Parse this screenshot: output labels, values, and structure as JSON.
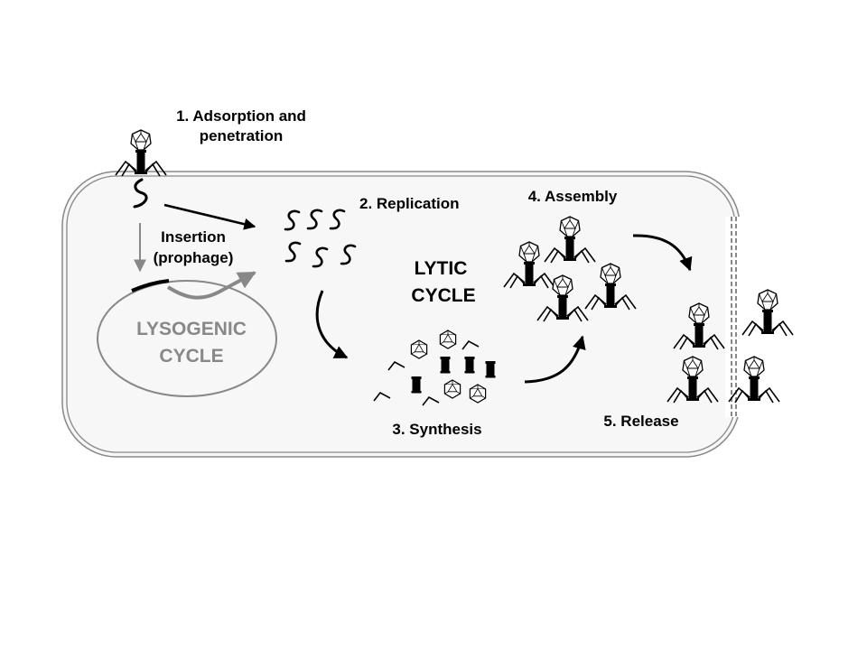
{
  "labels": {
    "adsorption_line1": "1. Adsorption and",
    "adsorption_line2": "penetration",
    "replication": "2. Replication",
    "insertion_line1": "Insertion",
    "insertion_line2": "(prophage)",
    "lytic_line1": "LYTIC",
    "lytic_line2": "CYCLE",
    "lysogenic_line1": "LYSOGENIC",
    "lysogenic_line2": "CYCLE",
    "synthesis": "3. Synthesis",
    "assembly": "4. Assembly",
    "release": "5. Release"
  },
  "colors": {
    "outline": "#000000",
    "cell_fill": "#f7f7f7",
    "cell_border": "#888888",
    "lysogenic": "#888888"
  },
  "icons": {
    "phage": "bacteriophage-icon",
    "dna": "viral-dna-icon",
    "capsid": "capsid-head-icon",
    "tail": "phage-tail-icon",
    "fiber": "tail-fiber-icon"
  }
}
